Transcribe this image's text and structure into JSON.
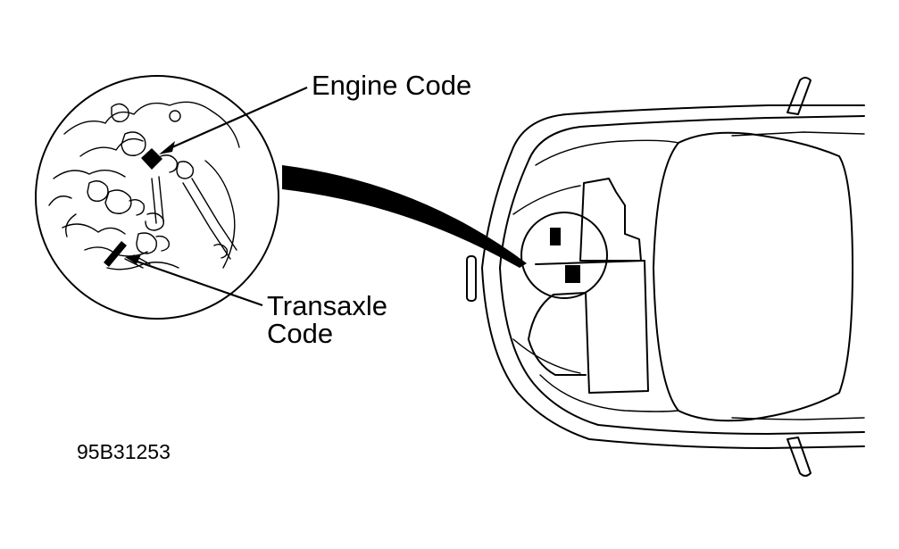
{
  "labels": {
    "engine_code": "Engine Code",
    "transaxle_code": "Transaxle Code",
    "reference_number": "95B31253"
  },
  "colors": {
    "ink": "#000000",
    "background": "#ffffff"
  }
}
